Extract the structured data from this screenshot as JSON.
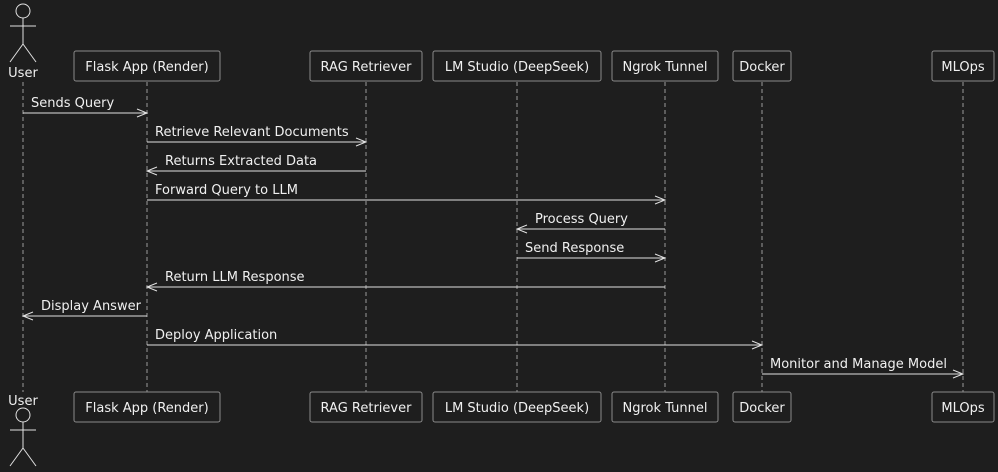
{
  "theme": {
    "background": "#1e1e1e",
    "line_color": "#e0e0e0",
    "text_color": "#f0f0f0",
    "box_border": "#8a8a8a",
    "lifeline_color": "#9a9a9a"
  },
  "participants": [
    {
      "id": "user",
      "label": "User",
      "kind": "actor"
    },
    {
      "id": "flask",
      "label": "Flask App (Render)",
      "kind": "box"
    },
    {
      "id": "rag",
      "label": "RAG Retriever",
      "kind": "box"
    },
    {
      "id": "lmstudio",
      "label": "LM Studio (DeepSeek)",
      "kind": "box"
    },
    {
      "id": "ngrok",
      "label": "Ngrok Tunnel",
      "kind": "box"
    },
    {
      "id": "docker",
      "label": "Docker",
      "kind": "box"
    },
    {
      "id": "mlops",
      "label": "MLOps",
      "kind": "box"
    }
  ],
  "messages": [
    {
      "from": "user",
      "to": "flask",
      "label": "Sends Query"
    },
    {
      "from": "flask",
      "to": "rag",
      "label": "Retrieve Relevant Documents"
    },
    {
      "from": "rag",
      "to": "flask",
      "label": "Returns Extracted Data"
    },
    {
      "from": "flask",
      "to": "ngrok",
      "label": "Forward Query to LLM"
    },
    {
      "from": "ngrok",
      "to": "lmstudio",
      "label": "Process Query"
    },
    {
      "from": "lmstudio",
      "to": "ngrok",
      "label": "Send Response"
    },
    {
      "from": "ngrok",
      "to": "flask",
      "label": "Return LLM Response"
    },
    {
      "from": "flask",
      "to": "user",
      "label": "Display Answer"
    },
    {
      "from": "flask",
      "to": "docker",
      "label": "Deploy Application"
    },
    {
      "from": "docker",
      "to": "mlops",
      "label": "Monitor and Manage Model"
    }
  ]
}
